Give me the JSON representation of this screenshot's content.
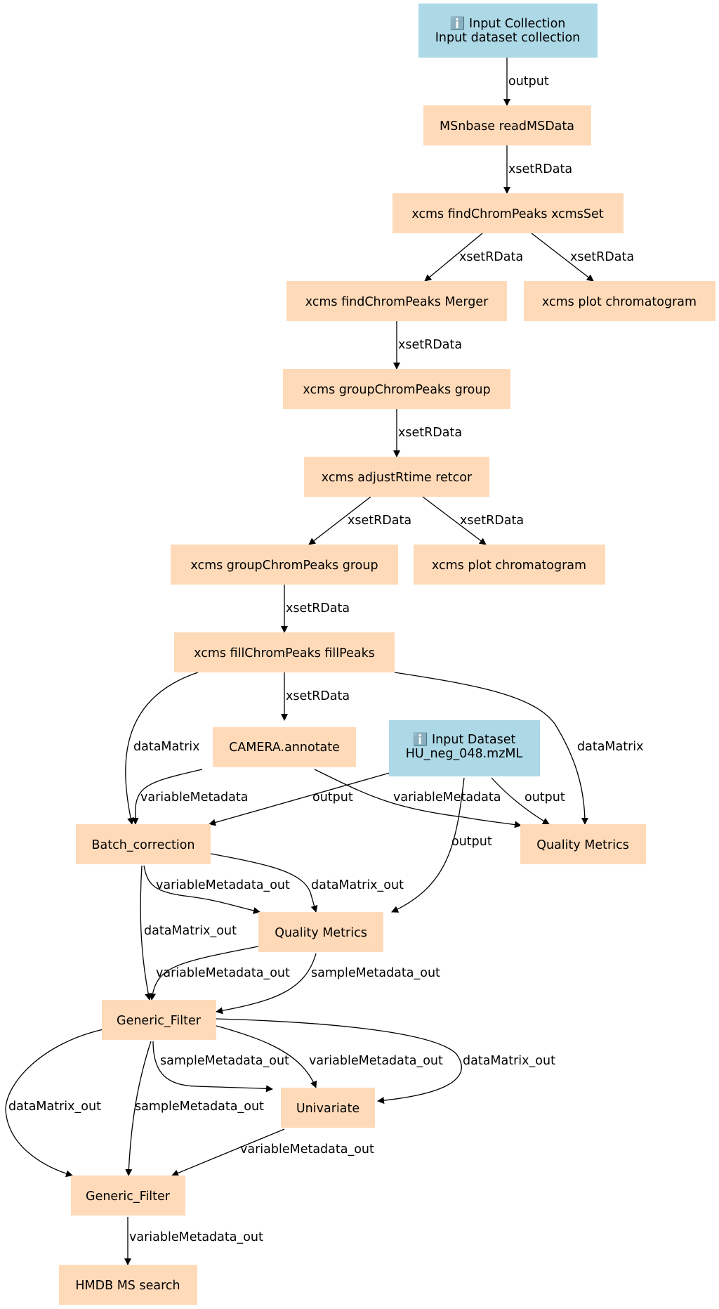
{
  "colors": {
    "input": "#add8e6",
    "tool": "#ffdab9",
    "edge": "#000000",
    "text": "#000000"
  },
  "nodes": {
    "input_collection": {
      "icon": "info-icon",
      "line1": "ℹ️ Input Collection",
      "line2": "Input dataset collection"
    },
    "readmsdata": {
      "label": "MSnbase readMSData"
    },
    "findchrompeaks": {
      "label": "xcms findChromPeaks xcmsSet"
    },
    "merger": {
      "label": "xcms findChromPeaks Merger"
    },
    "plot1": {
      "label": "xcms plot chromatogram"
    },
    "group1": {
      "label": "xcms groupChromPeaks group"
    },
    "adjust": {
      "label": "xcms adjustRtime retcor"
    },
    "group2": {
      "label": "xcms groupChromPeaks group"
    },
    "plot2": {
      "label": "xcms plot chromatogram"
    },
    "fill": {
      "label": "xcms fillChromPeaks fillPeaks"
    },
    "camera": {
      "label": "CAMERA.annotate"
    },
    "input_dataset": {
      "icon": "info-icon",
      "line1": "ℹ️ Input Dataset",
      "line2": "HU_neg_048.mzML"
    },
    "batch": {
      "label": "Batch_correction"
    },
    "qm1": {
      "label": "Quality Metrics"
    },
    "qm2": {
      "label": "Quality Metrics"
    },
    "filter1": {
      "label": "Generic_Filter"
    },
    "univariate": {
      "label": "Univariate"
    },
    "filter2": {
      "label": "Generic_Filter"
    },
    "hmdb": {
      "label": "HMDB MS search"
    }
  },
  "edges": {
    "e1": "output",
    "e2": "xsetRData",
    "e3": "xsetRData",
    "e4": "xsetRData",
    "e5": "xsetRData",
    "e6": "xsetRData",
    "e7": "xsetRData",
    "e8": "xsetRData",
    "e9": "xsetRData",
    "e10": "xsetRData",
    "e11": "dataMatrix",
    "e12": "dataMatrix",
    "e13": "variableMetadata",
    "e14": "variableMetadata",
    "e15": "output",
    "e16": "output",
    "e17": "output",
    "e18": "variableMetadata_out",
    "e19": "dataMatrix_out",
    "e20": "dataMatrix_out",
    "e21": "variableMetadata_out",
    "e22": "sampleMetadata_out",
    "e23": "sampleMetadata_out",
    "e24": "variableMetadata_out",
    "e25": "dataMatrix_out",
    "e26": "dataMatrix_out",
    "e27": "sampleMetadata_out",
    "e28": "variableMetadata_out",
    "e29": "variableMetadata_out"
  }
}
